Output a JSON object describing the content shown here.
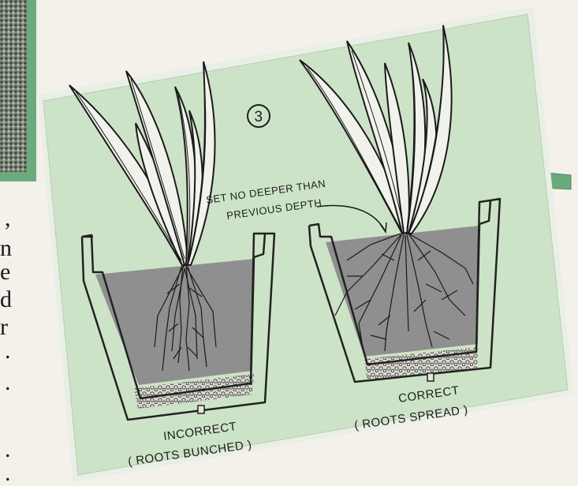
{
  "figure": {
    "step_number": "3",
    "depth_note": {
      "line1": "SET NO DEEPER THAN",
      "line2": "PREVIOUS DEPTH"
    },
    "left_pot": {
      "line1": "INCORRECT",
      "line2": "( ROOTS  BUNCHED )"
    },
    "right_pot": {
      "line1": "CORRECT",
      "line2": "( ROOTS  SPREAD )"
    }
  },
  "margin_text": [
    ",",
    "n",
    "e",
    "d",
    "r",
    ".",
    ".",
    ".",
    "."
  ],
  "colors": {
    "panel_fill": "#cde3c7",
    "panel_border": "#e9efe6",
    "soil": "#8f8f8f",
    "pot_outline": "#222222",
    "accent_green": "#6aab7d",
    "leaf_fill": "#f2f2ec"
  }
}
